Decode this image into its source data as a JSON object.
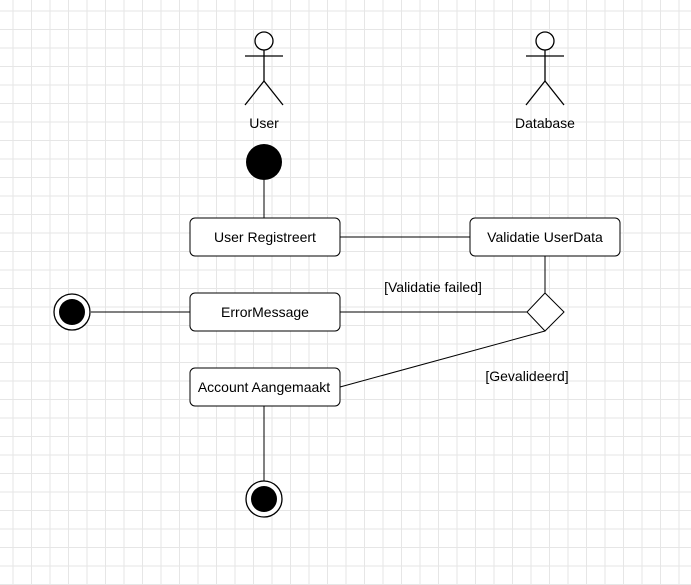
{
  "diagram": {
    "actors": [
      {
        "id": "user",
        "label": "User"
      },
      {
        "id": "database",
        "label": "Database"
      }
    ],
    "activities": [
      {
        "id": "register",
        "label": "User Registreert"
      },
      {
        "id": "validate",
        "label": "Validatie UserData"
      },
      {
        "id": "error",
        "label": "ErrorMessage"
      },
      {
        "id": "created",
        "label": "Account Aangemaakt"
      }
    ],
    "guards": {
      "failed": "[Validatie failed]",
      "validated": "[Gevalideerd]"
    }
  }
}
